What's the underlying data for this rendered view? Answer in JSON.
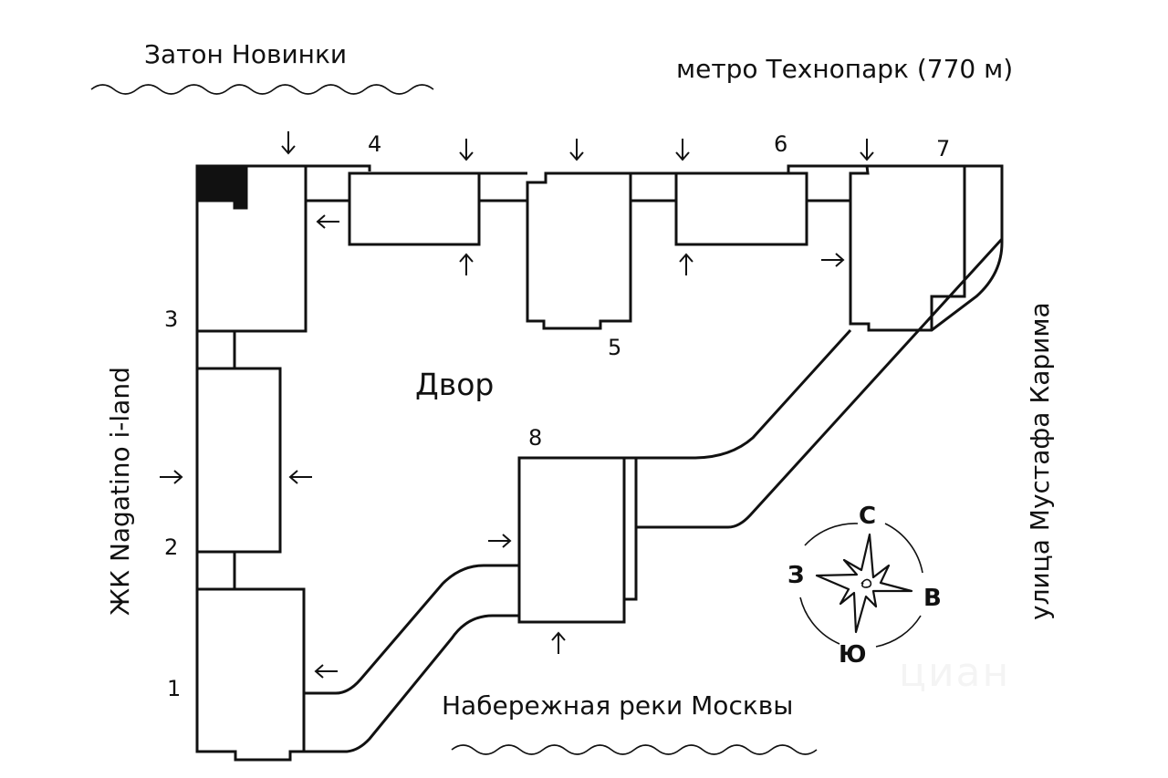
{
  "labels": {
    "north_water": "Затон Новинки",
    "metro": "метро Технопарк (770 м)",
    "courtyard": "Двор",
    "south_water": "Набережная реки Москвы",
    "west_neighbor": "ЖК Nagatino i-land",
    "east_street": "улица Мустафа Карима"
  },
  "buildings": [
    {
      "number": "1"
    },
    {
      "number": "2"
    },
    {
      "number": "3"
    },
    {
      "number": "4"
    },
    {
      "number": "5"
    },
    {
      "number": "6"
    },
    {
      "number": "7"
    },
    {
      "number": "8"
    }
  ],
  "compass": {
    "north": "С",
    "south": "Ю",
    "west": "З",
    "east": "В",
    "icon": "compass-rose-icon"
  },
  "watermark": "циан",
  "colors": {
    "line": "#111111",
    "background": "#ffffff",
    "highlight": "#111111"
  }
}
